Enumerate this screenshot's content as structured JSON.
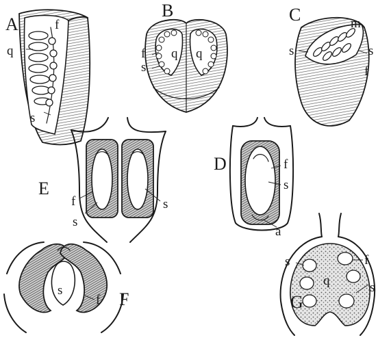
{
  "figure": {
    "panels": [
      {
        "id": "A",
        "label": "A",
        "parts": [
          "f",
          "q",
          "s"
        ]
      },
      {
        "id": "B",
        "label": "B",
        "parts": [
          "f",
          "s",
          "q",
          "q"
        ]
      },
      {
        "id": "C",
        "label": "C",
        "parts": [
          "m",
          "s",
          "s",
          "f"
        ]
      },
      {
        "id": "D",
        "label": "D",
        "parts": [
          "f",
          "s",
          "a"
        ]
      },
      {
        "id": "E",
        "label": "E",
        "parts": [
          "f",
          "s",
          "s"
        ]
      },
      {
        "id": "F",
        "label": "F",
        "parts": [
          "s",
          "f"
        ]
      },
      {
        "id": "G",
        "label": "G",
        "parts": [
          "s",
          "f",
          "q",
          "s"
        ]
      }
    ]
  }
}
